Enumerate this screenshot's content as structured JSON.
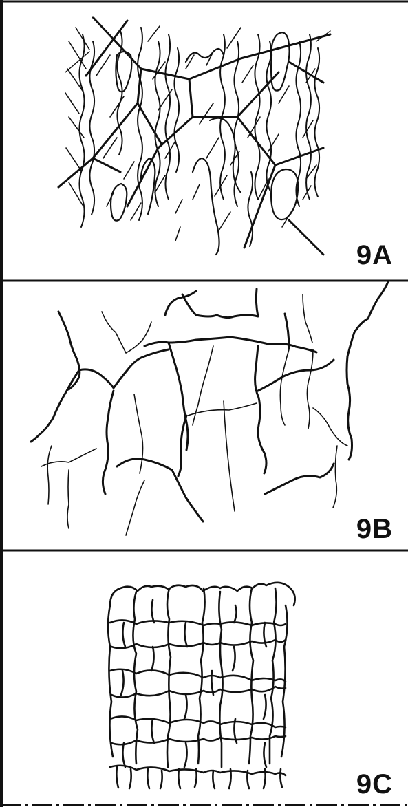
{
  "figure": {
    "panels": [
      {
        "label": "9A"
      },
      {
        "label": "9B"
      },
      {
        "label": "9C"
      }
    ]
  }
}
